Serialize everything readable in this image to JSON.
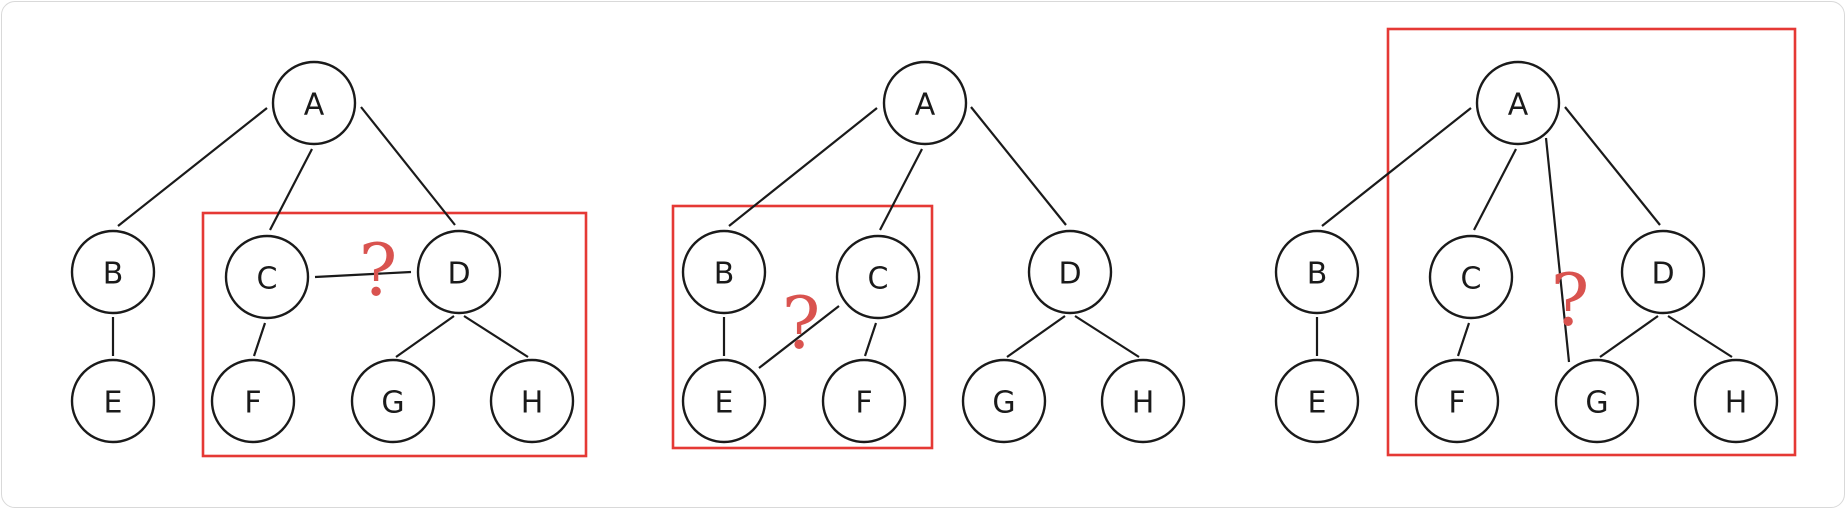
{
  "panels": [
    {
      "nodes": [
        {
          "id": "A",
          "label": "A"
        },
        {
          "id": "B",
          "label": "B"
        },
        {
          "id": "C",
          "label": "C"
        },
        {
          "id": "D",
          "label": "D"
        },
        {
          "id": "E",
          "label": "E"
        },
        {
          "id": "F",
          "label": "F"
        },
        {
          "id": "G",
          "label": "G"
        },
        {
          "id": "H",
          "label": "H"
        }
      ],
      "edges": [
        [
          "A",
          "B"
        ],
        [
          "A",
          "C"
        ],
        [
          "A",
          "D"
        ],
        [
          "B",
          "E"
        ],
        [
          "C",
          "F"
        ],
        [
          "D",
          "G"
        ],
        [
          "D",
          "H"
        ],
        [
          "C",
          "D"
        ]
      ],
      "question_mark": "?"
    },
    {
      "nodes": [
        {
          "id": "A",
          "label": "A"
        },
        {
          "id": "B",
          "label": "B"
        },
        {
          "id": "C",
          "label": "C"
        },
        {
          "id": "D",
          "label": "D"
        },
        {
          "id": "E",
          "label": "E"
        },
        {
          "id": "F",
          "label": "F"
        },
        {
          "id": "G",
          "label": "G"
        },
        {
          "id": "H",
          "label": "H"
        }
      ],
      "edges": [
        [
          "A",
          "B"
        ],
        [
          "A",
          "C"
        ],
        [
          "A",
          "D"
        ],
        [
          "B",
          "E"
        ],
        [
          "C",
          "F"
        ],
        [
          "D",
          "G"
        ],
        [
          "D",
          "H"
        ],
        [
          "C",
          "E"
        ]
      ],
      "question_mark": "?"
    },
    {
      "nodes": [
        {
          "id": "A",
          "label": "A"
        },
        {
          "id": "B",
          "label": "B"
        },
        {
          "id": "C",
          "label": "C"
        },
        {
          "id": "D",
          "label": "D"
        },
        {
          "id": "E",
          "label": "E"
        },
        {
          "id": "F",
          "label": "F"
        },
        {
          "id": "G",
          "label": "G"
        },
        {
          "id": "H",
          "label": "H"
        }
      ],
      "edges": [
        [
          "A",
          "B"
        ],
        [
          "A",
          "C"
        ],
        [
          "A",
          "D"
        ],
        [
          "B",
          "E"
        ],
        [
          "C",
          "F"
        ],
        [
          "D",
          "G"
        ],
        [
          "D",
          "H"
        ],
        [
          "A",
          "G"
        ]
      ],
      "question_mark": "?"
    }
  ],
  "colors": {
    "stroke": "#1a1a1a",
    "highlight": "#e53935",
    "question_mark": "#d9534f"
  }
}
